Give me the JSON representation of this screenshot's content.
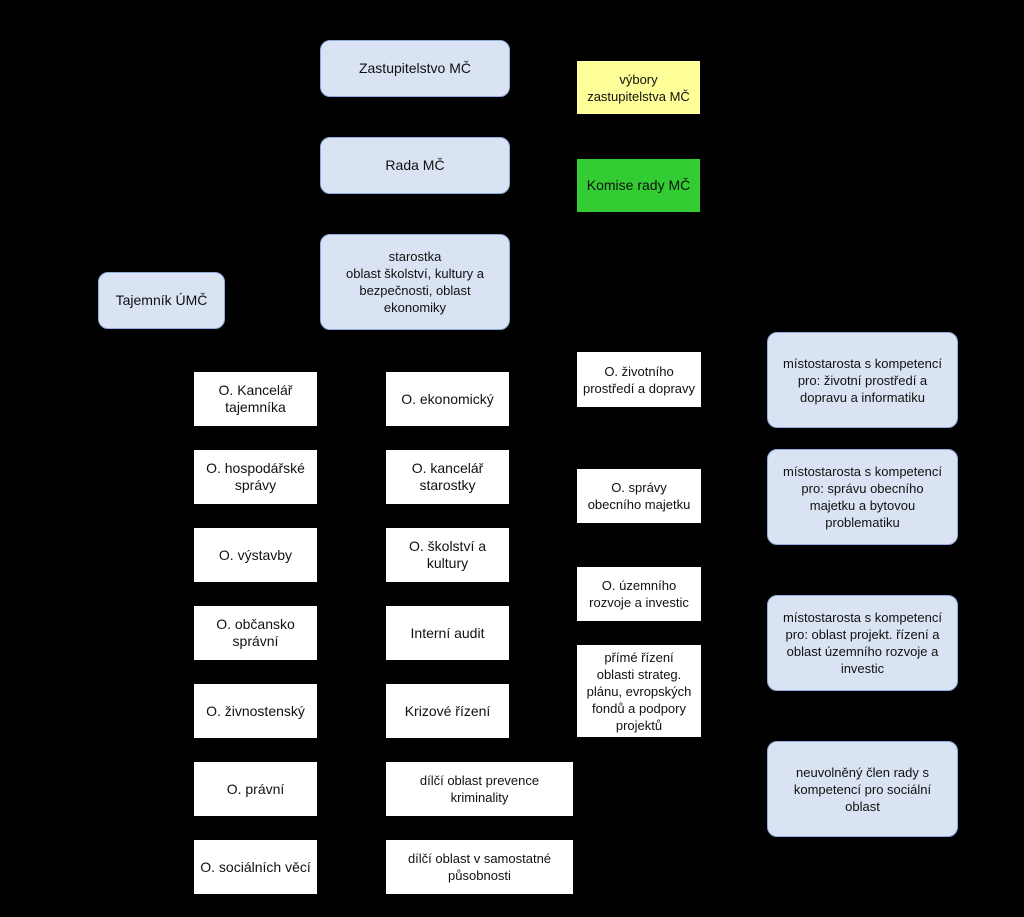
{
  "top": {
    "zastupitelstvo": "Zastupitelstvo MČ",
    "vybory": "výbory\nzastupitelstva MČ",
    "rada": "Rada MČ",
    "komise": "Komise rady MČ",
    "starostka": "starostka\noblast školství,  kultury a\nbezpečnosti, oblast\nekonomiky",
    "tajemnik": "Tajemník ÚMČ"
  },
  "left_column": [
    "O. Kancelář\ntajemníka",
    "O. hospodářské\nsprávy",
    "O. výstavby",
    "O. občansko\nsprávní",
    "O. živnostenský",
    "O. právní",
    "O. sociálních věcí"
  ],
  "middle_column": [
    "O. ekonomický",
    "O. kancelář\nstarostky",
    "O. školství a\nkultury",
    "Interní audit",
    "Krizové řízení",
    "dílčí oblast prevence\nkriminality",
    "dílčí oblast v samostatné\npůsobnosti"
  ],
  "right_column": [
    "O. životního\nprostředí a dopravy",
    "O. správy\nobecního majetku",
    "O. územního\nrozvoje a investic",
    "přímé řízení\noblasti strateg.\nplánu, evropských\nfondů a podpory\nprojektů"
  ],
  "deputies": [
    "místostarosta  s kompetencí\npro:  životní prostředí a\ndopravu  a informatiku",
    "místostarosta  s kompetencí\npro:  správu obecního\nmajetku a bytovou\nproblematiku",
    "místostarosta  s kompetencí\npro:  oblast projekt. řízení a\noblast  územního rozvoje a\ninvestic",
    "neuvolněný  člen rady  s\nkompetencí  pro sociální\noblast"
  ],
  "colors": {
    "background": "#000000",
    "rounded_fill": "#dae3f3",
    "yellow_fill": "#ffff99",
    "green_fill": "#33cc33",
    "white_fill": "#ffffff"
  }
}
